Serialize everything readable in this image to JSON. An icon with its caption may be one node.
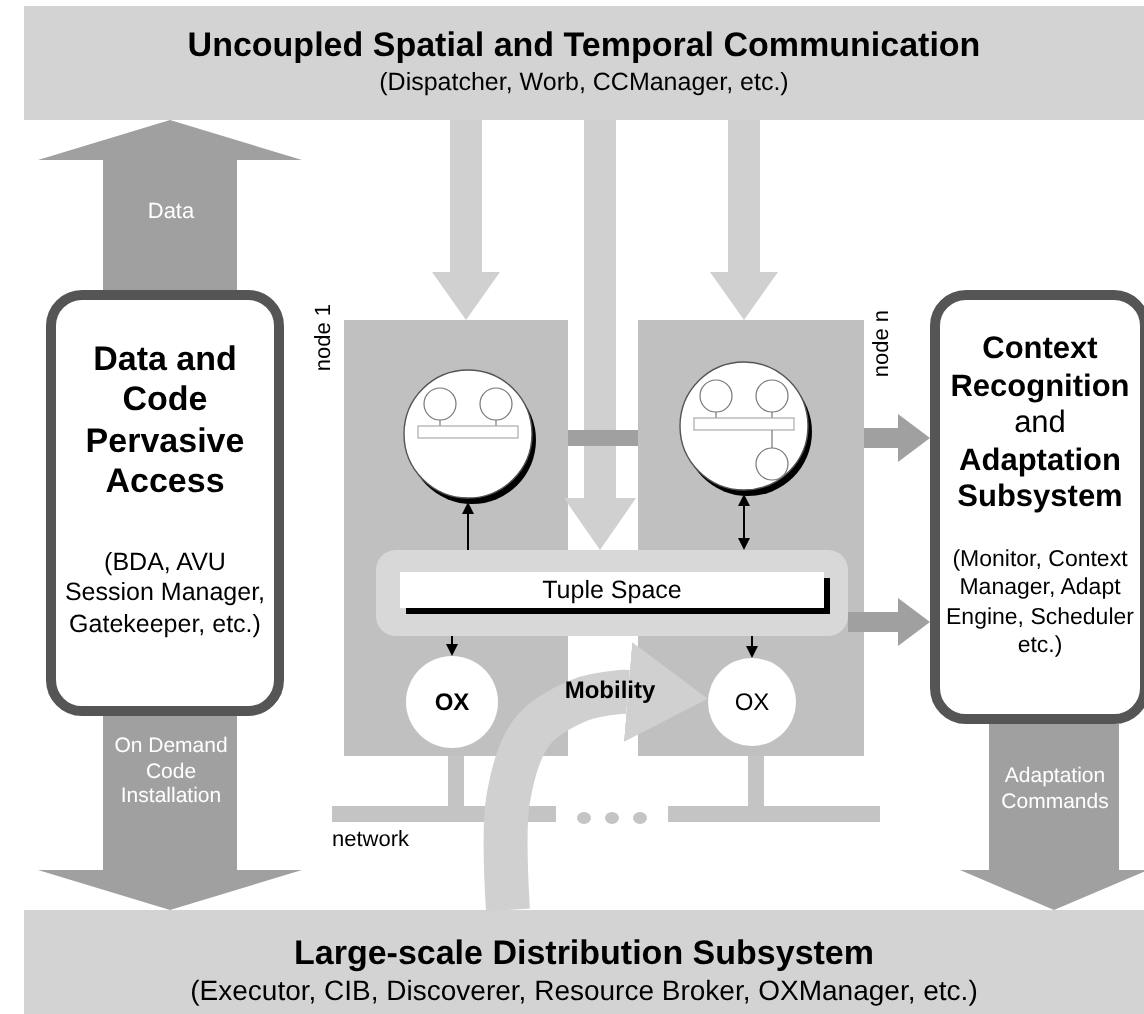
{
  "diagram": {
    "nodes": [
      {
        "text": [
          "Uncoupled Spatial and Temporal Communication",
          "(Dispatcher, Worb, CCManager, etc.)"
        ]
      },
      {
        "text": [
          "Data and Code Pervasive Access",
          "(BDA, AVU Session Manager, Gatekeeper, etc.)"
        ]
      },
      {
        "text": [
          "node 1"
        ]
      },
      {
        "text": [],
        "shape": "circle",
        "in": 2
      },
      {
        "text": [
          "node n"
        ]
      },
      {
        "text": [],
        "shape": "circle",
        "in": 4
      },
      {
        "text": [
          "Tuple Space"
        ]
      },
      {
        "text": [
          "OX"
        ],
        "in": 2
      },
      {
        "text": [
          "OX"
        ],
        "in": 4
      },
      {
        "text": [
          "**Context Recognition** and **Adaptation Subsystem**",
          "(Monitor, Context Manager, Adapt Engine, Scheduler etc.)"
        ]
      },
      {
        "text": [
          "Large-scale Distribution Subsystem",
          "(Executor, CIB, Discoverer, Resource Broker, OXManager, etc.)"
        ]
      }
    ],
    "edges": [
      {
        "from": 0,
        "to": 2,
        "arrow": "to",
        "color": "#d0d0d0"
      },
      {
        "from": 0,
        "to": 6,
        "arrow": "to",
        "color": "#d0d0d0"
      },
      {
        "from": 0,
        "to": 4,
        "arrow": "to",
        "color": "#d0d0d0"
      },
      {
        "from": 1,
        "to": 0,
        "arrow": "to",
        "label": "Data",
        "style": "thick"
      },
      {
        "from": 1,
        "to": 10,
        "arrow": "to",
        "label": "On Demand Code Installation",
        "style": "thick"
      },
      {
        "from": 9,
        "to": 10,
        "arrow": "to",
        "label": "Adaptation Commands",
        "style": "thick"
      },
      {
        "from": 2,
        "to": 4,
        "arrow": "none"
      },
      {
        "from": 4,
        "to": 9,
        "arrow": "to"
      },
      {
        "from": 6,
        "to": 9,
        "arrow": "to"
      },
      {
        "from": 6,
        "to": 3,
        "arrow": "to",
        "color": "#000000"
      },
      {
        "from": 6,
        "to": 5,
        "arrow": "both",
        "color": "#000000"
      },
      {
        "from": 6,
        "to": 7,
        "arrow": "to",
        "color": "#000000"
      },
      {
        "from": 6,
        "to": 8,
        "arrow": "to",
        "color": "#000000"
      },
      {
        "from": 10,
        "to": 8,
        "arrow": "to",
        "label": "Mobility",
        "style": "thick",
        "color": "#d0d0d0"
      }
    ],
    "labels": [
      "network"
    ]
  }
}
